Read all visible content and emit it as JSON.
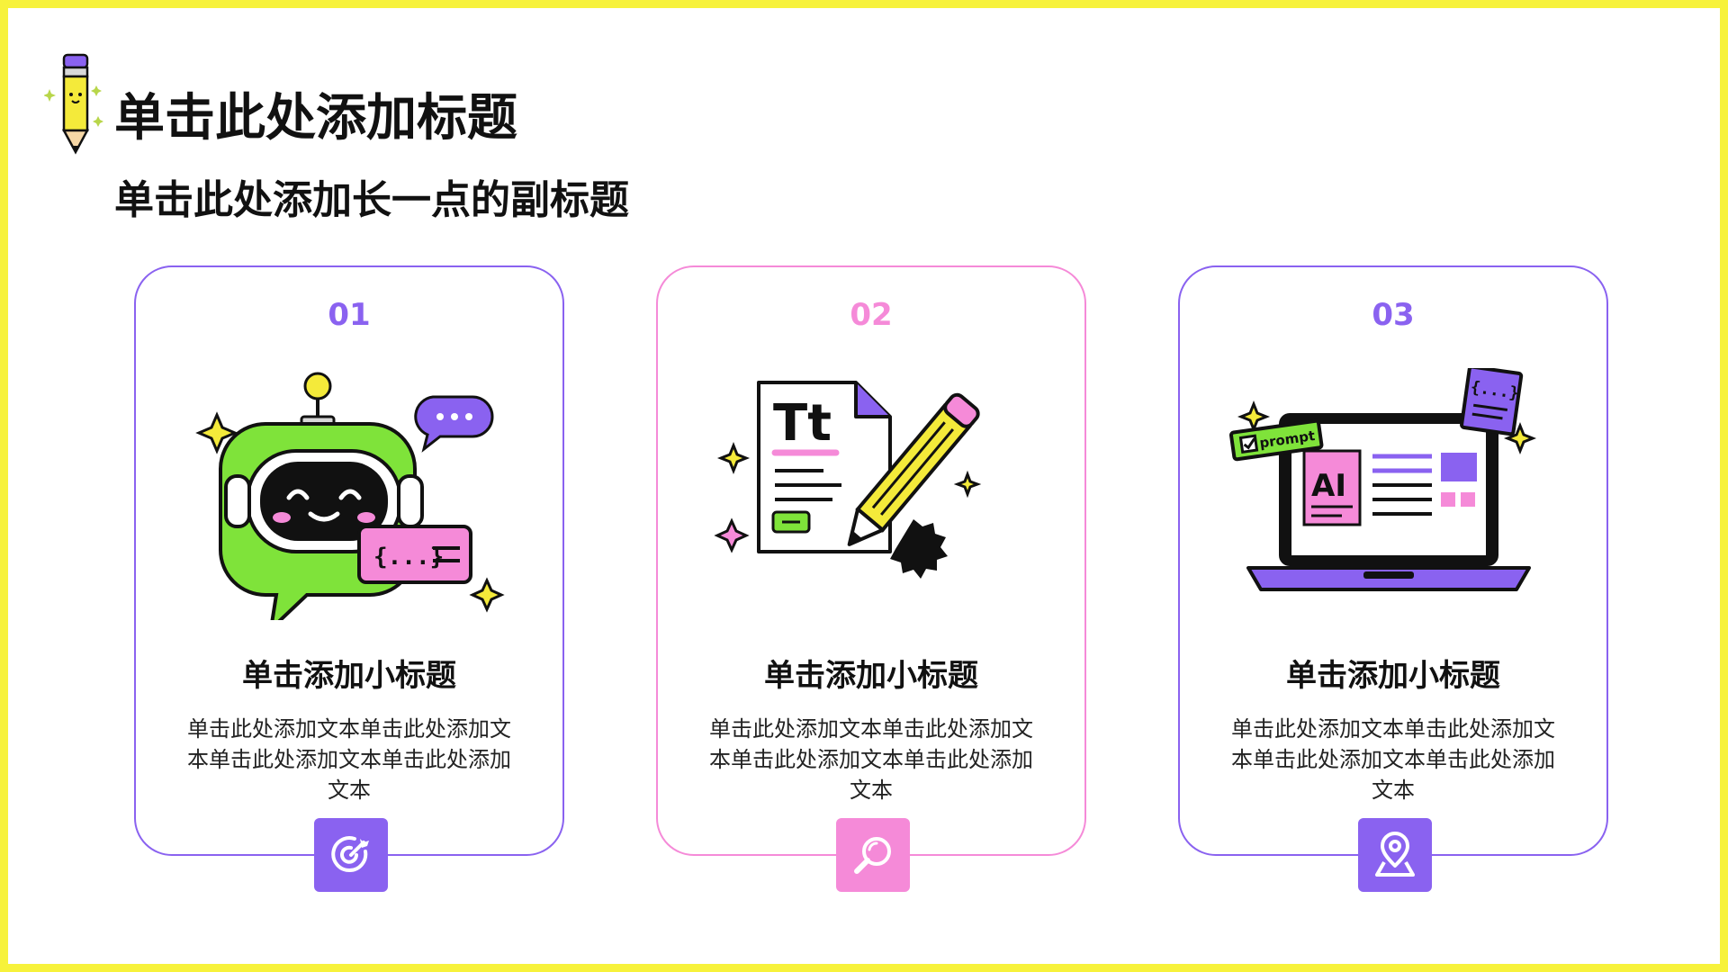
{
  "colors": {
    "frame": "#f7f23b",
    "purple": "#8a62f0",
    "pink": "#f58ad8",
    "green": "#7fe33a",
    "yellow": "#f4ea3a"
  },
  "header": {
    "title": "单击此处添加标题",
    "subtitle": "单击此处添加长一点的副标题",
    "decor_icon": "pencil-icon"
  },
  "cards": [
    {
      "number": "01",
      "accent": "#8a62f0",
      "illustration": "robot-chatbot-icon",
      "illustration_text": "{...}",
      "heading": "单击添加小标题",
      "body": "单击此处添加文本单击此处添加文本单击此处添加文本单击此处添加文本",
      "badge_icon": "target-icon"
    },
    {
      "number": "02",
      "accent": "#f58ad8",
      "illustration": "document-pencil-icon",
      "illustration_text": "Tt",
      "heading": "单击添加小标题",
      "body": "单击此处添加文本单击此处添加文本单击此处添加文本单击此处添加文本",
      "badge_icon": "magnifier-icon"
    },
    {
      "number": "03",
      "accent": "#8a62f0",
      "illustration": "laptop-ai-icon",
      "illustration_text_ai": "AI",
      "illustration_text_prompt": "prompt",
      "illustration_text_code": "{...}",
      "heading": "单击添加小标题",
      "body": "单击此处添加文本单击此处添加文本单击此处添加文本单击此处添加文本",
      "badge_icon": "location-pin-icon"
    }
  ]
}
